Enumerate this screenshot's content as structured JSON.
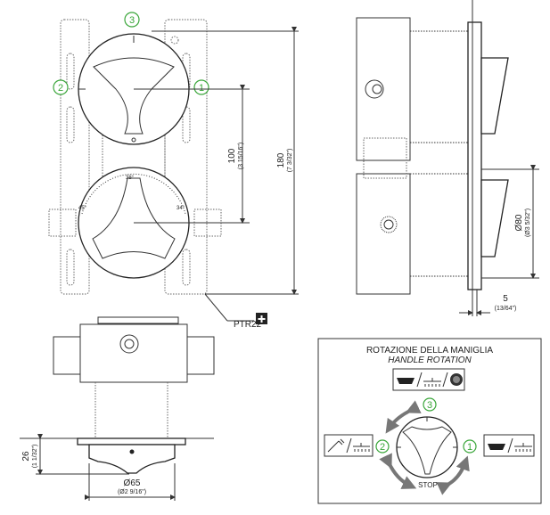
{
  "front_view": {
    "positions": [
      "1",
      "2",
      "3"
    ],
    "scale_labels": [
      "45°",
      "38°",
      "34°"
    ],
    "dim_100": {
      "value": "100",
      "imperial": "(3 15/16\")"
    },
    "dim_180": {
      "value": "180",
      "imperial": "(7 3/32\")"
    },
    "callout": "PTR22"
  },
  "side_view": {
    "dim_diameter": {
      "value": "Ø80",
      "imperial": "(Ø3 5/32\")"
    },
    "dim_depth": {
      "value": "5",
      "imperial": "(13/64\")"
    }
  },
  "bottom_view": {
    "dim_height": {
      "value": "26",
      "imperial": "(1 1/32\")"
    },
    "dim_diameter": {
      "value": "Ø65",
      "imperial": "(Ø2 9/16\")"
    }
  },
  "rotation_box": {
    "title": "ROTAZIONE DELLA MANIGLIA",
    "subtitle": "HANDLE ROTATION",
    "positions": [
      "1",
      "2",
      "3"
    ],
    "stop_label": "STOP"
  }
}
